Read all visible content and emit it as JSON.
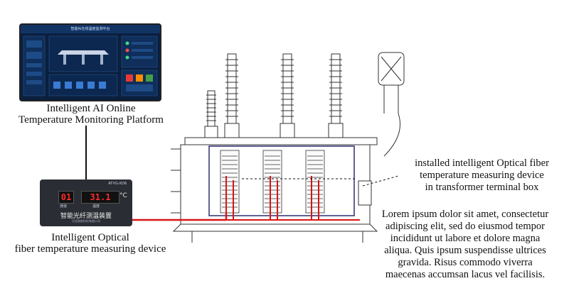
{
  "monitor": {
    "header": "智能AI在线温度监测平台",
    "caption_line1": "Intelligent AI Online",
    "caption_line2": "Temperature Monitoring Platform"
  },
  "device": {
    "brand": "AT-YG-XD6",
    "channel_value": "01",
    "temp_value": "31.1",
    "unit": "°C",
    "channel_label": "通道",
    "temp_label": "温度",
    "title_cn": "智能光纤测温装置",
    "sub_cn": "河北陆航科技有限公司",
    "caption_line1": "Intelligent Optical",
    "caption_line2": "fiber temperature measuring device"
  },
  "notes": {
    "terminal_box": [
      "installed intelligent Optical fiber",
      "temperature measuring device",
      "in transformer terminal box"
    ],
    "lorem": [
      "Lorem ipsum dolor sit amet, consectetur",
      "adipiscing elit, sed do eiusmod tempor",
      "incididunt ut labore et dolore magna",
      "aliqua. Quis ipsum suspendisse ultrices",
      "gravida. Risus commodo viverra",
      "maecenas accumsan lacus vel facilisis."
    ]
  },
  "colors": {
    "fiber": "#d81414",
    "frame": "#3a3a7a",
    "line": "#111111"
  }
}
